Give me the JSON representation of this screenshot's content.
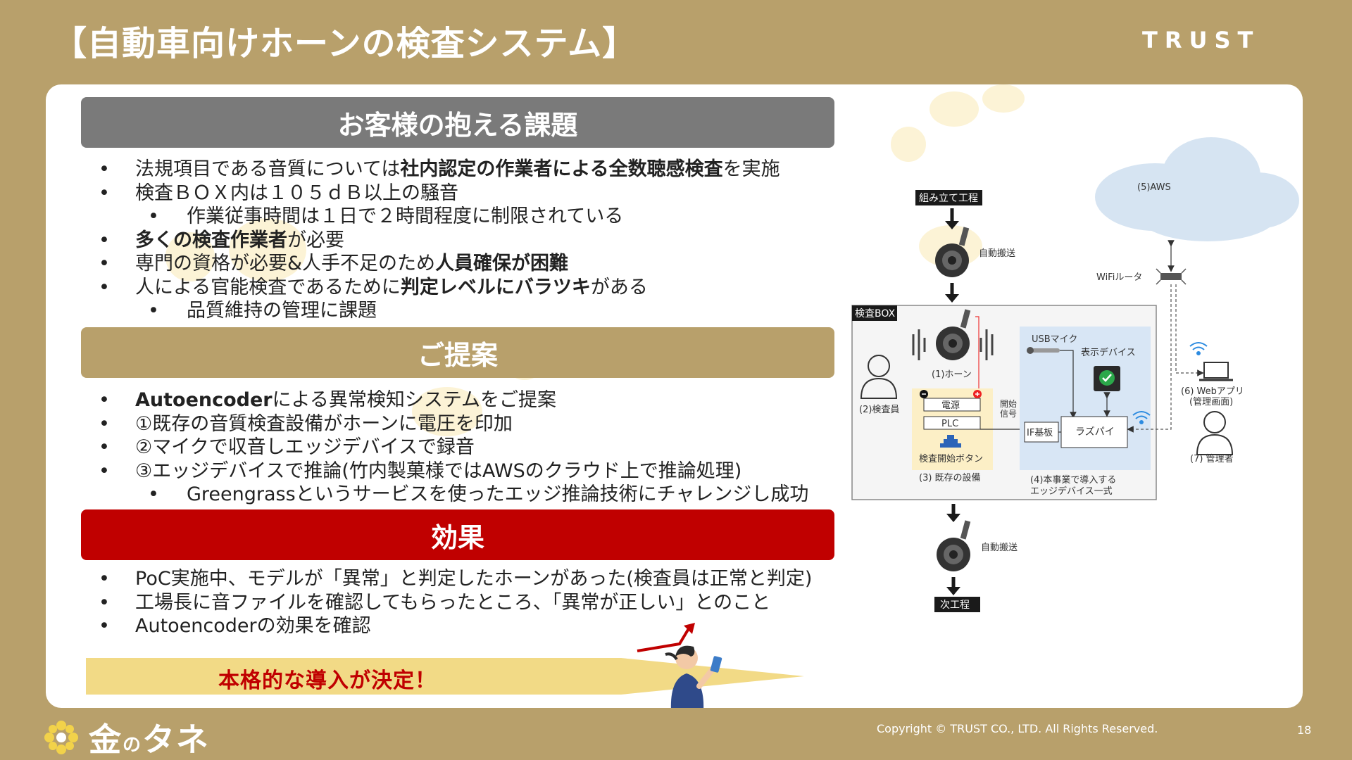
{
  "header": {
    "title": "【自動車向けホーンの検査システム】",
    "brand": "TRUST"
  },
  "sections": {
    "issues": {
      "heading": "お客様の抱える課題",
      "items": [
        {
          "pre": "法規項目である音質については",
          "bold": "社内認定の作業者による全数聴感検査",
          "post": "を実施"
        },
        {
          "pre": "検査ＢＯＸ内は１０５ｄＢ以上の騒音",
          "bold": "",
          "post": ""
        },
        {
          "pre": "作業従事時間は１日で２時間程度に制限されている",
          "bold": "",
          "post": "",
          "sub": true
        },
        {
          "pre": "",
          "bold": "多くの検査作業者",
          "post": "が必要"
        },
        {
          "pre": "専門の資格が必要&人手不足のため",
          "bold": "人員確保が困難",
          "post": ""
        },
        {
          "pre": "人による官能検査であるために",
          "bold": "判定レベルにバラツキ",
          "post": "がある"
        },
        {
          "pre": "品質維持の管理に課題",
          "bold": "",
          "post": "",
          "sub": true
        }
      ]
    },
    "proposal": {
      "heading": "ご提案",
      "items": [
        {
          "pre": "",
          "bold": "Autoencoder",
          "post": "による異常検知システムをご提案"
        },
        {
          "pre": "①既存の音質検査設備がホーンに電圧を印加",
          "bold": "",
          "post": ""
        },
        {
          "pre": "②マイクで収音しエッジデバイスで録音",
          "bold": "",
          "post": ""
        },
        {
          "pre": "③エッジデバイスで推論(竹内製菓様ではAWSのクラウド上で推論処理)",
          "bold": "",
          "post": ""
        },
        {
          "pre": "Greengrassというサービスを使ったエッジ推論技術にチャレンジし成功",
          "bold": "",
          "post": "",
          "sub": true
        }
      ]
    },
    "effect": {
      "heading": "効果",
      "items": [
        {
          "pre": "PoC実施中、モデルが「異常」と判定したホーンがあった(検査員は正常と判定)",
          "bold": "",
          "post": ""
        },
        {
          "pre": "工場長に音ファイルを確認してもらったところ、「異常が正しい」とのこと",
          "bold": "",
          "post": ""
        },
        {
          "pre": "Autoencoderの効果を確認",
          "bold": "",
          "post": ""
        }
      ]
    }
  },
  "banner": {
    "text": "本格的な導入が決定！"
  },
  "diagram": {
    "assembly": "組み立て工程",
    "auto_transport_1": "自動搬送",
    "aws": "(5)AWS",
    "wifi_router": "WiFiルータ",
    "inspection_box": "検査BOX",
    "horn": "(1)ホーン",
    "inspector": "(2)検査員",
    "power": "電源",
    "plc": "PLC",
    "start_button": "検査開始ボタン",
    "start_signal_1": "開始",
    "start_signal_2": "信号",
    "existing_equipment": "(3) 既存の設備",
    "usb_mic": "USBマイク",
    "display_device": "表示デバイス",
    "if_board": "IF基板",
    "raspberry_pi": "ラズパイ",
    "edge_device_1": "(4)本事業で導入する",
    "edge_device_2": "エッジデバイス一式",
    "web_app_1": "(6) Webアプリ",
    "web_app_2": "(管理画面)",
    "admin": "(7) 管理者",
    "auto_transport_2": "自動搬送",
    "next_process": "次工程"
  },
  "footer": {
    "logo_main": "金",
    "logo_no": "の",
    "logo_tane": "タネ",
    "copyright": "Copyright © TRUST CO., LTD. All Rights Reserved.",
    "page": "18"
  },
  "colors": {
    "background": "#B8A06B",
    "gray_bar": "#7A7A7A",
    "red_bar": "#C00000",
    "banner": "#F2DA86"
  }
}
